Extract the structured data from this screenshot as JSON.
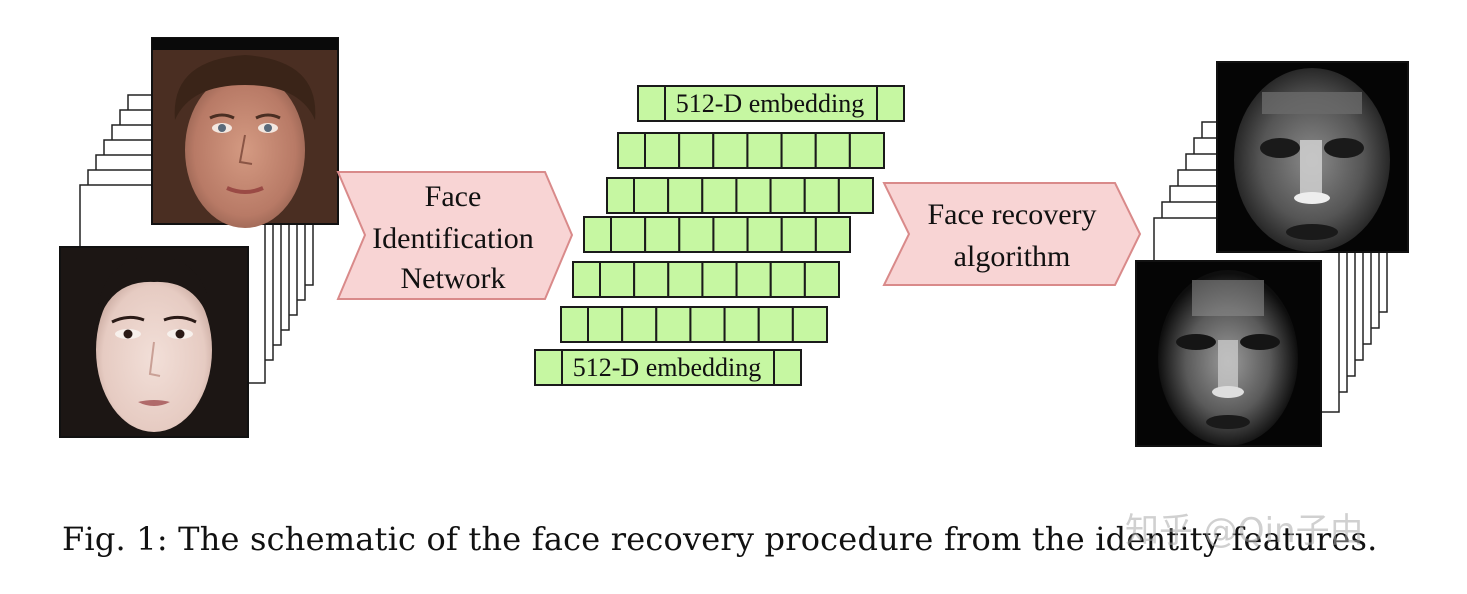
{
  "diagram": {
    "arrow_left_lines": [
      "Face",
      "Identification",
      "Network"
    ],
    "arrow_right_lines": [
      "Face recovery",
      "algorithm"
    ],
    "embedding_top_label": "512-D embedding",
    "embedding_bottom_label": "512-D embedding",
    "embedding_rows": 7,
    "cells_per_row": 8,
    "colors": {
      "arrow_fill": "#f8d4d4",
      "arrow_stroke": "#d98a8a",
      "cell_fill": "#c6f7a2",
      "cell_stroke": "#1a1a1a"
    }
  },
  "caption": "Fig. 1: The schematic of the face recovery procedure from the identity features.",
  "watermark": "知乎 @Qin子由",
  "icons": {
    "input_face_male": "photo-male-face",
    "input_face_female": "photo-female-face",
    "recovered_face_male": "grayscale-recovered-male-face",
    "recovered_face_female": "grayscale-recovered-female-face"
  }
}
